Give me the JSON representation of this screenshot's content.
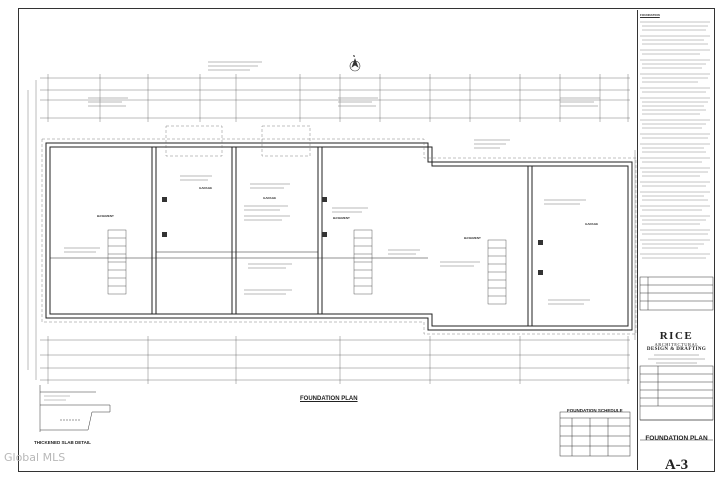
{
  "sheet": {
    "plan_title": "FOUNDATION PLAN",
    "detail_title": "THICKENED SLAB DETAIL",
    "schedule_title": "FOUNDATION SCHEDULE",
    "room_labels": {
      "garage": "GARAGE",
      "basement": "BASEMENT",
      "north": "N"
    }
  },
  "title_block": {
    "notes_title": "FOUNDATION",
    "firm_name": "RICE",
    "firm_line1": "ARCHITECTURAL",
    "firm_line2": "DESIGN & DRAFTING",
    "sheet_title": "FOUNDATION PLAN",
    "sheet_number": "A-3"
  },
  "watermark": "Global MLS"
}
